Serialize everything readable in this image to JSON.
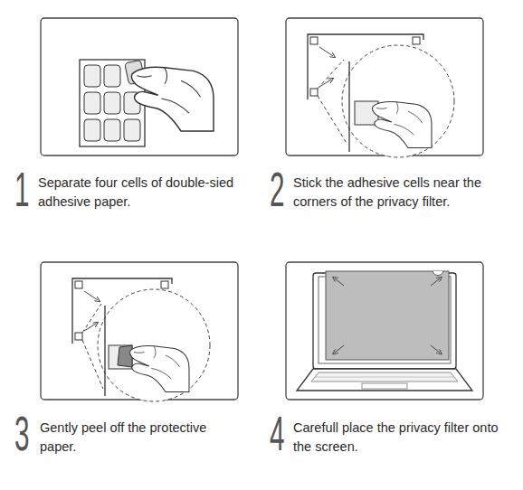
{
  "diagram": {
    "labels": [
      "1",
      "Separate four cells of double-sied adhesive paper.",
      "2",
      "Stick the adhesive cells near the corners of the privacy filter.",
      "3",
      "Gently peel off the protective paper.",
      "4",
      "Carefull place the privacy filter onto the screen."
    ]
  }
}
